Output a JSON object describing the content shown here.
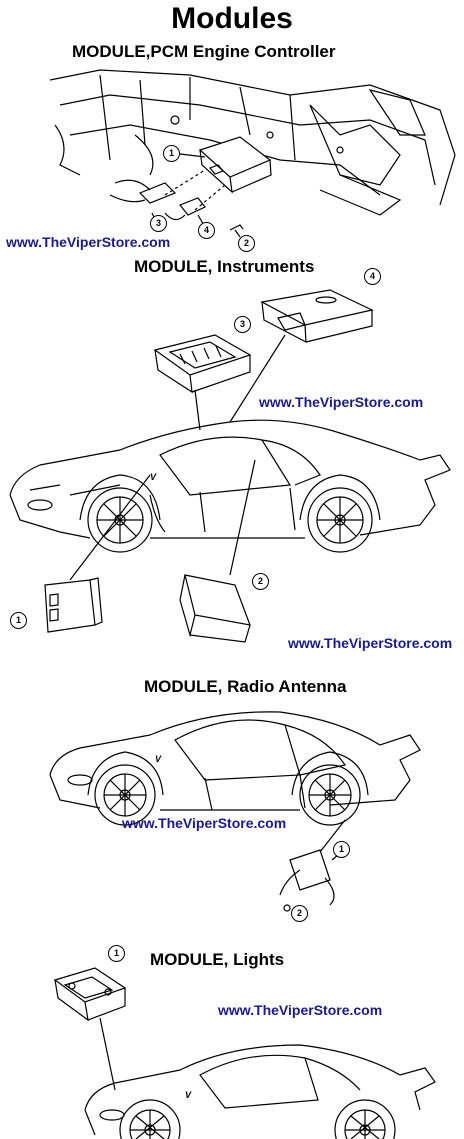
{
  "page_title": "Modules",
  "colors": {
    "text": "#000000",
    "link": "#1a1a8c",
    "line": "#000000",
    "background": "#ffffff"
  },
  "sections": {
    "pcm": {
      "heading": "MODULE,PCM Engine Controller",
      "url": "www.TheViperStore.com",
      "callouts": [
        "1",
        "2",
        "3",
        "4"
      ]
    },
    "instruments": {
      "heading": "MODULE, Instruments",
      "url_top": "www.TheViperStore.com",
      "url_bottom": "www.TheViperStore.com",
      "callouts": [
        "1",
        "2",
        "3",
        "4"
      ]
    },
    "radio": {
      "heading": "MODULE, Radio Antenna",
      "url": "www.TheViperStore.com",
      "callouts": [
        "1",
        "2"
      ]
    },
    "lights": {
      "heading": "MODULE, Lights",
      "url": "www.TheViperStore.com",
      "callouts": [
        "1"
      ]
    }
  }
}
